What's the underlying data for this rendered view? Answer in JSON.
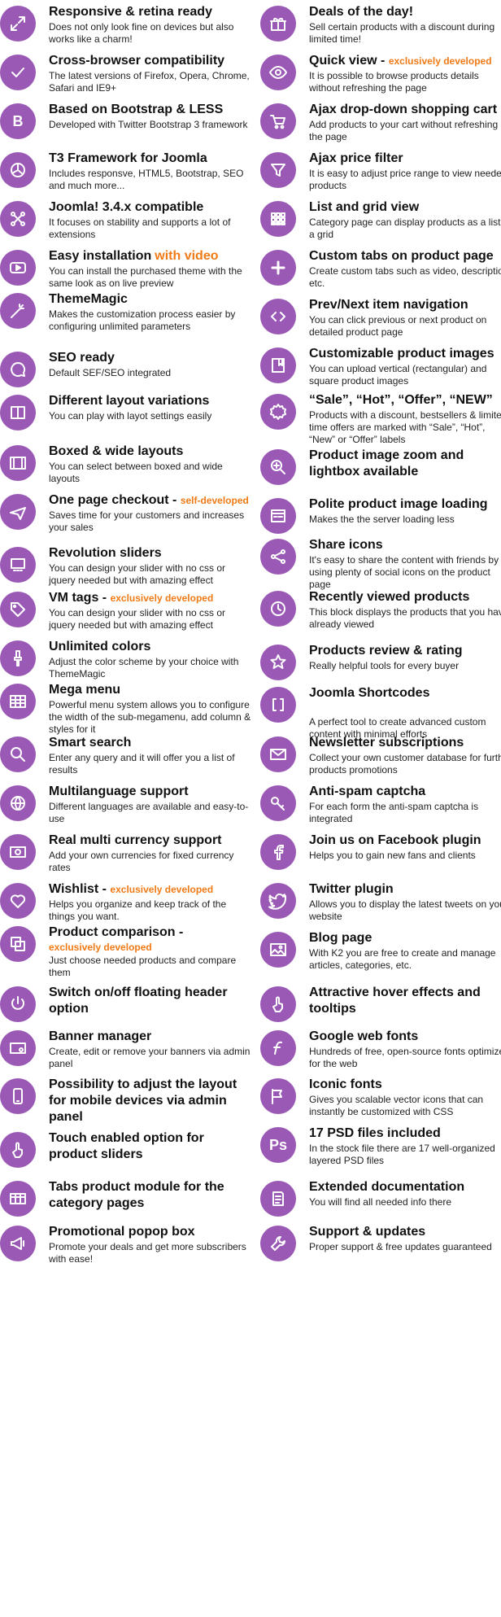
{
  "colors": {
    "circle": "#9b59b6",
    "accent": "#f07a16"
  },
  "left": [
    {
      "icon": "expand-icon",
      "title": "Responsive & retina ready",
      "desc": "Does not only look fine on devices but also works like a charm!"
    },
    {
      "icon": "check-icon",
      "title": "Cross-browser compatibility",
      "desc": "The latest versions of Firefox, Opera, Chrome, Safari and IE9+"
    },
    {
      "icon": "bootstrap-icon",
      "title": "Based on Bootstrap & LESS",
      "desc": "Developed with Twitter Bootstrap 3 framework"
    },
    {
      "icon": "t3-framework-icon",
      "title": "T3 Framework for Joomla",
      "desc": "Includes responsve, HTML5, Bootstrap, SEO and much more..."
    },
    {
      "icon": "joomla-icon",
      "title": "Joomla! 3.4.x compatible",
      "desc": "It focuses on stability and supports a lot of extensions"
    },
    {
      "icon": "video-play-icon",
      "title": "Easy installation",
      "accent": "with video",
      "desc": "You can install the purchased theme with the same look as on live preview"
    },
    {
      "icon": "magic-wand-icon",
      "title": "ThemeMagic",
      "desc": "Makes the customization process easier by configuring unlimited parameters"
    },
    {
      "icon": "seo-bubble-icon",
      "title": "SEO ready",
      "desc": "Default SEF/SEO integrated"
    },
    {
      "icon": "layout-columns-icon",
      "title": "Different layout variations",
      "desc": "You can play with layot settings easily"
    },
    {
      "icon": "boxed-layout-icon",
      "title": "Boxed & wide layouts",
      "desc": "You can select between boxed and wide layouts"
    },
    {
      "icon": "airplane-icon",
      "title": "One page checkout - ",
      "accent": "self-developed",
      "desc": "Saves time for your customers and increases your sales"
    },
    {
      "icon": "slider-icon",
      "title": "Revolution sliders",
      "desc": "You can design your slider with no css or jquery needed but with amazing effect"
    },
    {
      "icon": "tag-icon",
      "title": "VM tags - ",
      "accent": "exclusively developed",
      "desc": "You can design your slider with no css or jquery needed but with amazing effect"
    },
    {
      "icon": "brush-icon",
      "title": "Unlimited colors",
      "desc": "Adjust the color scheme by your choice with ThemeMagic"
    },
    {
      "icon": "mega-menu-icon",
      "title": "Mega menu",
      "desc": "Powerful menu system allows you to configure the width of the sub-megamenu, add column & styles for it"
    },
    {
      "icon": "search-icon",
      "title": "Smart search",
      "desc": "Enter any query and it will offer you a list of results"
    },
    {
      "icon": "globe-icon",
      "title": "Multilanguage support",
      "desc": "Different languages are available and easy-to-use"
    },
    {
      "icon": "currency-icon",
      "title": "Real multi currency support",
      "desc": "Add your own currencies for fixed currency rates"
    },
    {
      "icon": "heart-icon",
      "title": "Wishlist - ",
      "accent": "exclusively developed",
      "desc": "Helps you organize and keep track of the things you want."
    },
    {
      "icon": "compare-icon",
      "title": "Product comparison -",
      "accent": "exclusively developed",
      "accentBlock": true,
      "desc": "Just choose needed products and compare them"
    },
    {
      "icon": "power-icon",
      "title": "Switch on/off floating header option",
      "desc": ""
    },
    {
      "icon": "banner-icon",
      "title": "Banner manager",
      "desc": "Create, edit or remove your banners via admin panel"
    },
    {
      "icon": "mobile-icon",
      "title": "Possibility to adjust the layout for mobile devices via admin panel",
      "desc": ""
    },
    {
      "icon": "touch-icon",
      "title": "Touch enabled option for product sliders",
      "desc": ""
    },
    {
      "icon": "tabs-module-icon",
      "title": "Tabs product module for the category pages",
      "desc": ""
    },
    {
      "icon": "megaphone-icon",
      "title": "Promotional popop box",
      "desc": "Promote your deals and get more subscribers with ease!"
    }
  ],
  "right": [
    {
      "icon": "gift-icon",
      "title": "Deals of the day!",
      "desc": "Sell certain products with a discount during limited time!"
    },
    {
      "icon": "eye-icon",
      "title": "Quick view - ",
      "accent": "exclusively developed",
      "desc": "It is possible to browse products details without refreshing the page"
    },
    {
      "icon": "cart-icon",
      "title": "Ajax drop-down shopping cart",
      "desc": "Add products to your cart without refreshing the page"
    },
    {
      "icon": "filter-icon",
      "title": "Ajax price filter",
      "desc": "It is easy to adjust price range to view needed products"
    },
    {
      "icon": "grid-icon",
      "title": "List and grid view",
      "desc": "Category page can display products as a list or a grid"
    },
    {
      "icon": "plus-icon",
      "title": "Custom tabs on product page",
      "desc": "Create custom tabs such as video, description, etc."
    },
    {
      "icon": "code-arrows-icon",
      "title": "Prev/Next item navigation",
      "desc": "You can click previous or next product on detailed product page"
    },
    {
      "icon": "image-book-icon",
      "title": "Customizable product images",
      "desc": "You can upload vertical (rectangular) and square product images"
    },
    {
      "icon": "badge-icon",
      "title": "“Sale”, “Hot”, “Offer”, “NEW”",
      "desc": "Products with a discount, bestsellers & limited time offers are marked with “Sale”, “Hot”, “New” or “Offer” labels"
    },
    {
      "icon": "zoom-icon",
      "title": "Product image zoom and lightbox available",
      "desc": ""
    },
    {
      "icon": "image-loading-icon",
      "title": "Polite product image loading",
      "desc": "Makes the the server loading less"
    },
    {
      "icon": "share-icon",
      "title": "Share icons",
      "desc": "It's easy to share the content with friends by using plenty of social icons on the product page"
    },
    {
      "icon": "clock-icon",
      "title": "Recently viewed products",
      "desc": "This block displays the products that you have already viewed"
    },
    {
      "icon": "star-review-icon",
      "title": "Products review & rating",
      "desc": "Really helpful tools for every buyer"
    },
    {
      "icon": "brackets-icon",
      "title": "Joomla Shortcodes",
      "desc": "A perfect tool to create advanced custom content with minimal efforts",
      "gap": true
    },
    {
      "icon": "envelope-icon",
      "title": "Newsletter subscriptions",
      "desc": "Collect your own customer database for further products promotions"
    },
    {
      "icon": "key-icon",
      "title": "Anti-spam captcha",
      "desc": "For each form the anti-spam captcha is integrated"
    },
    {
      "icon": "facebook-icon",
      "title": "Join us on Facebook plugin",
      "desc": "Helps you to gain new fans and clients"
    },
    {
      "icon": "twitter-icon",
      "title": "Twitter plugin",
      "desc": "Allows you to display the latest tweets on your website"
    },
    {
      "icon": "picture-icon",
      "title": "Blog page",
      "desc": "With K2 you are free to create and manage articles, categories, etc."
    },
    {
      "icon": "pointer-hand-icon",
      "title": "Attractive hover effects and tooltips",
      "desc": ""
    },
    {
      "icon": "font-icon",
      "title": "Google web fonts",
      "desc": "Hundreds of free, open-source fonts optimized for the web"
    },
    {
      "icon": "flag-icon",
      "title": "Iconic fonts",
      "desc": "Gives you scalable vector icons that can instantly be customized with CSS"
    },
    {
      "icon": "photoshop-icon",
      "title": "17 PSD files included",
      "desc": "In the stock file there are 17 well-organized layered PSD files"
    },
    {
      "icon": "documentation-icon",
      "title": "Extended documentation",
      "desc": "You will find all needed info there"
    },
    {
      "icon": "wrench-icon",
      "title": "Support & updates",
      "desc": "Proper support  & free updates guaranteed"
    }
  ]
}
